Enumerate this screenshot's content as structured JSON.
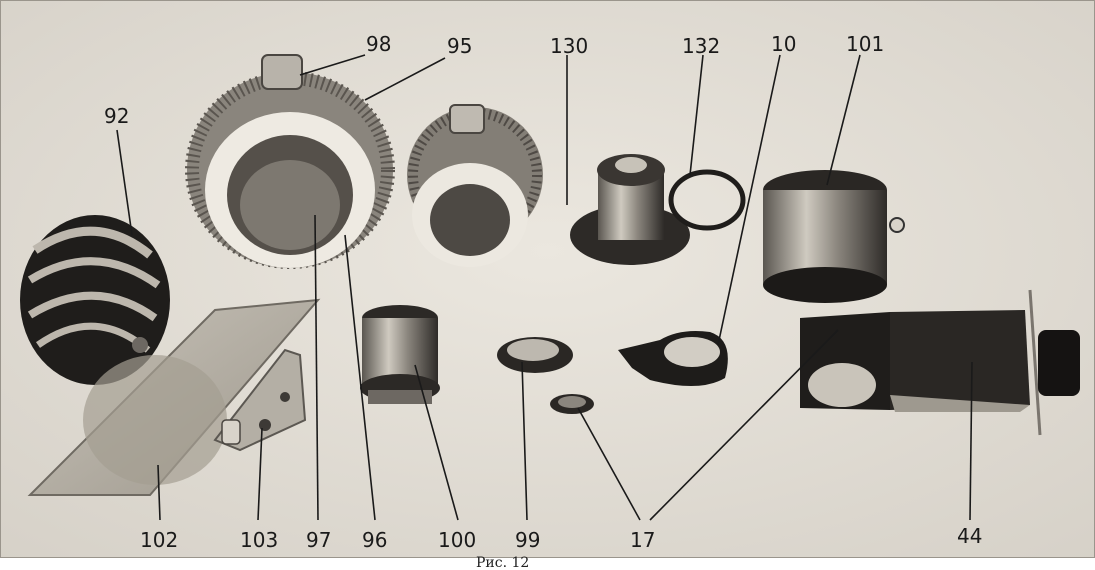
{
  "labels": {
    "l92": "92",
    "l98": "98",
    "l95": "95",
    "l130": "130",
    "l132": "132",
    "l10": "10",
    "l101": "101",
    "l102": "102",
    "l103": "103",
    "l97": "97",
    "l96": "96",
    "l100": "100",
    "l99": "99",
    "l17": "17",
    "l44": "44"
  },
  "caption": "Рис. 12"
}
